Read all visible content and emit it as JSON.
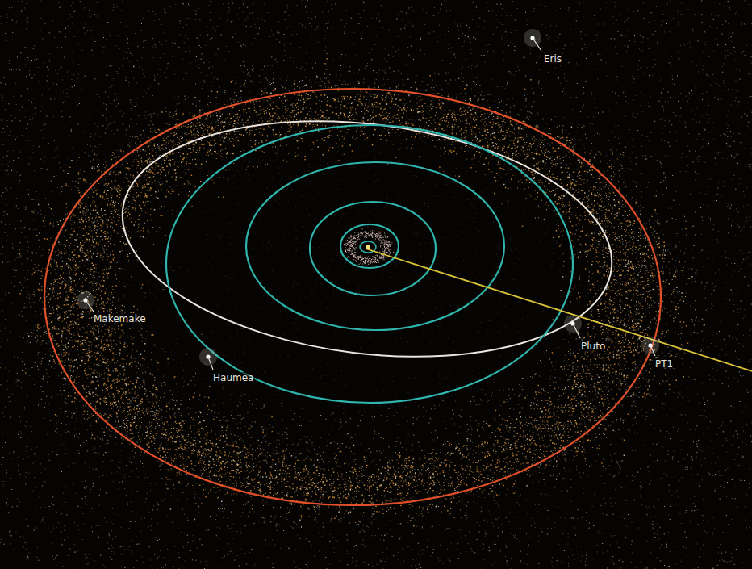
{
  "diagram": {
    "labels": [
      "Eris",
      "Makemake",
      "Haumea",
      "Pluto",
      "PT1"
    ]
  }
}
